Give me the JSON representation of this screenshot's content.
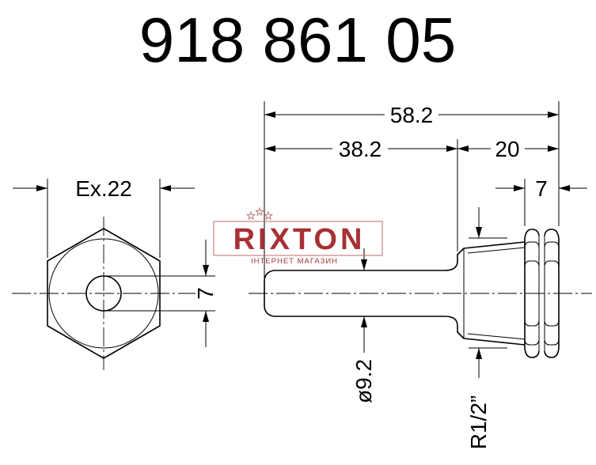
{
  "title": "918 861 05",
  "dimensions": {
    "overall_length": "58.2",
    "shaft_length": "38.2",
    "thread_length": "20",
    "hex_thickness": "7",
    "hex_across_flats": "Ex.22",
    "bore_diameter": "7",
    "shaft_diameter": "ø9.2",
    "thread_size": "R1/2”"
  },
  "watermark": {
    "brand": "RIXTON",
    "tagline": "ІНТЕРНЕТ МАГАЗИН",
    "icon": "star-icon"
  },
  "colors": {
    "ink": "#000000",
    "background": "#ffffff",
    "watermark": "#9e1b20",
    "watermark_frame": "#b85c5c"
  }
}
